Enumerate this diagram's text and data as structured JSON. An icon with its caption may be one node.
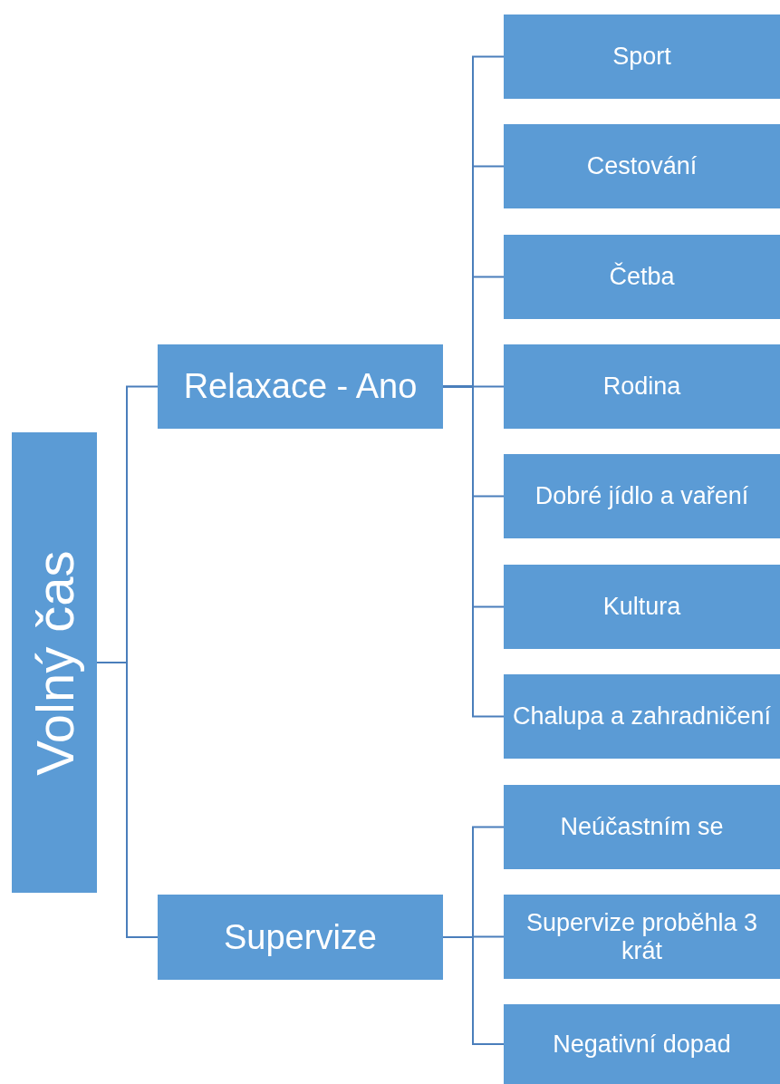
{
  "diagram": {
    "nodes": [
      {
        "text": [
          "Volný čas"
        ]
      },
      {
        "text": [
          "Relaxace - Ano"
        ]
      },
      {
        "text": [
          "Supervize"
        ]
      },
      {
        "text": [
          "Sport"
        ]
      },
      {
        "text": [
          "Cestování"
        ]
      },
      {
        "text": [
          "Četba"
        ]
      },
      {
        "text": [
          "Rodina"
        ]
      },
      {
        "text": [
          "Dobré jídlo a vaření"
        ]
      },
      {
        "text": [
          "Kultura"
        ]
      },
      {
        "text": [
          "Chalupa a zahradničení"
        ]
      },
      {
        "text": [
          "Neúčastním se"
        ]
      },
      {
        "text": [
          "Supervize proběhla 3 krát"
        ]
      },
      {
        "text": [
          "Negativní dopad"
        ]
      }
    ],
    "edges": [
      {
        "from": 0,
        "to": 1,
        "arrow": "none"
      },
      {
        "from": 0,
        "to": 2,
        "arrow": "none"
      },
      {
        "from": 1,
        "to": 3,
        "arrow": "none"
      },
      {
        "from": 1,
        "to": 4,
        "arrow": "none"
      },
      {
        "from": 1,
        "to": 5,
        "arrow": "none"
      },
      {
        "from": 1,
        "to": 6,
        "arrow": "none"
      },
      {
        "from": 1,
        "to": 7,
        "arrow": "none"
      },
      {
        "from": 1,
        "to": 8,
        "arrow": "none"
      },
      {
        "from": 1,
        "to": 9,
        "arrow": "none"
      },
      {
        "from": 2,
        "to": 10,
        "arrow": "none"
      },
      {
        "from": 2,
        "to": 11,
        "arrow": "none"
      },
      {
        "from": 2,
        "to": 12,
        "arrow": "none"
      }
    ]
  }
}
